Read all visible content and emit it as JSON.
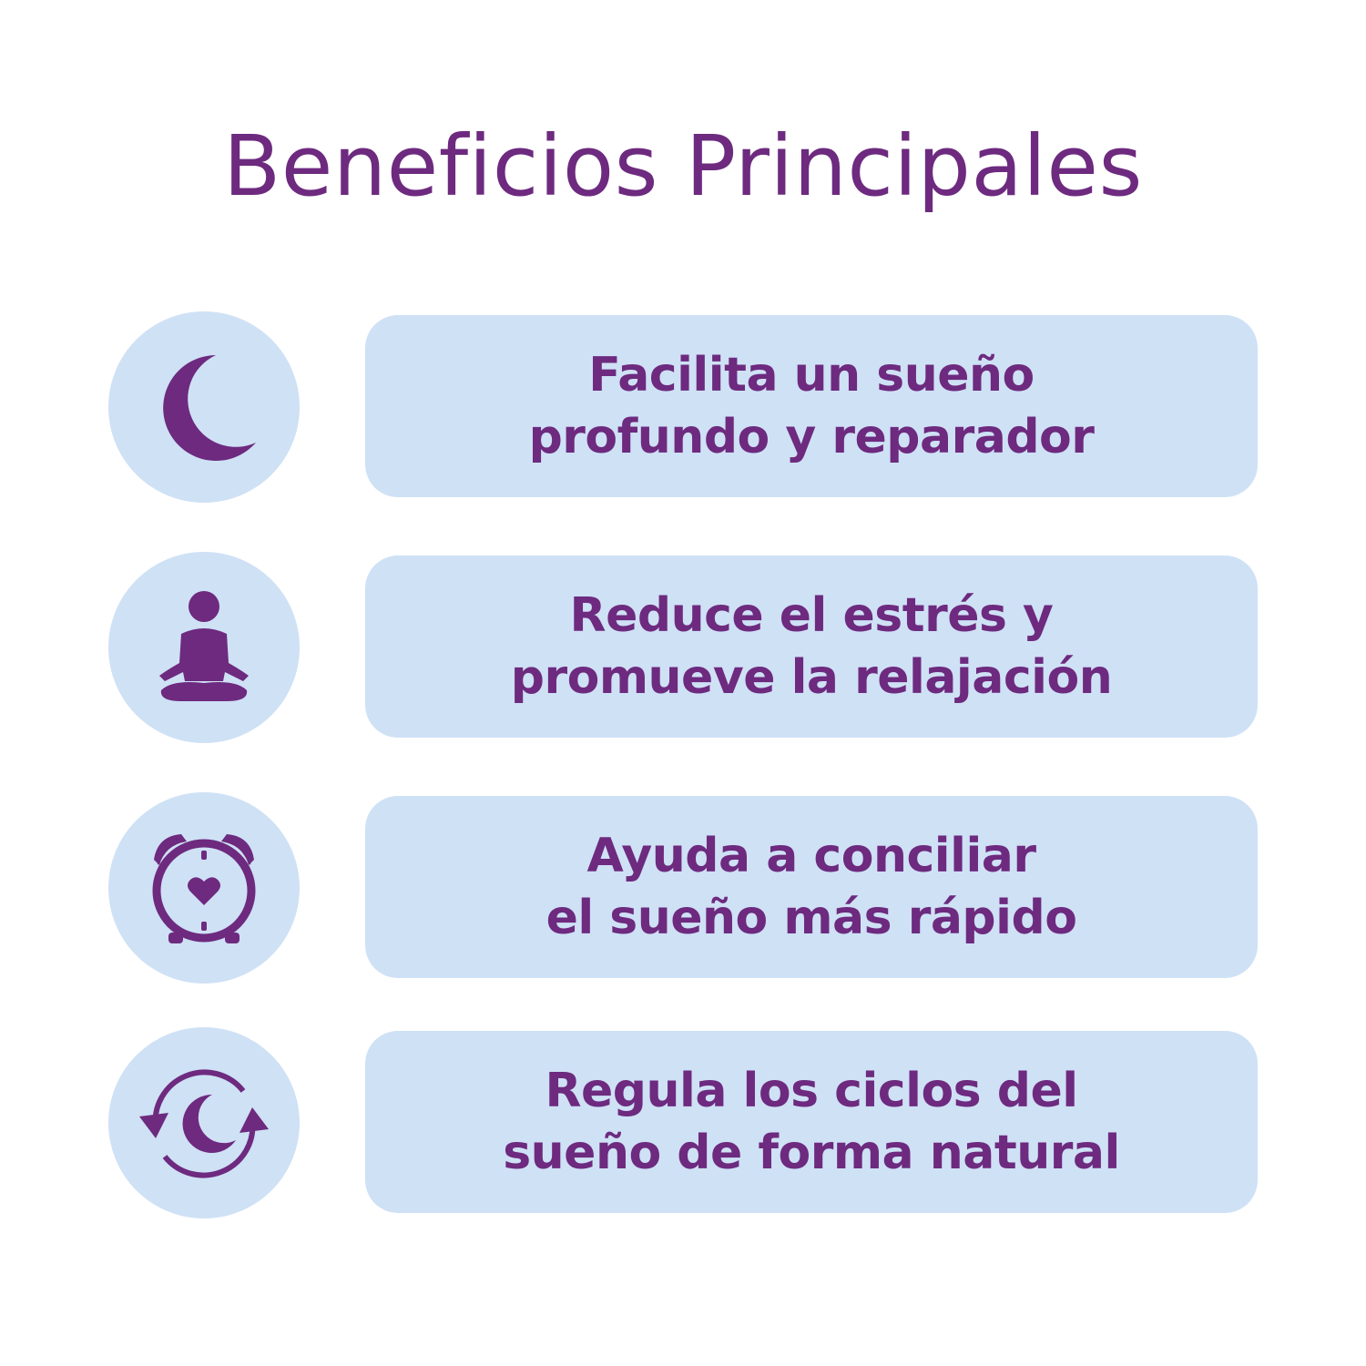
{
  "title": "Beneficios Principales",
  "colors": {
    "accent": "#6d2a7f",
    "panel": "#cfe1f5",
    "background": "#ffffff"
  },
  "benefits": [
    {
      "icon": "moon-icon",
      "line1": "Facilita un sueño",
      "line2": "profundo y reparador"
    },
    {
      "icon": "meditation-icon",
      "line1": "Reduce el estrés y",
      "line2": "promueve la relajación"
    },
    {
      "icon": "alarm-clock-heart-icon",
      "line1": "Ayuda a conciliar",
      "line2": "el sueño más rápido"
    },
    {
      "icon": "moon-cycle-icon",
      "line1": "Regula los ciclos del",
      "line2": "sueño de forma natural"
    }
  ]
}
